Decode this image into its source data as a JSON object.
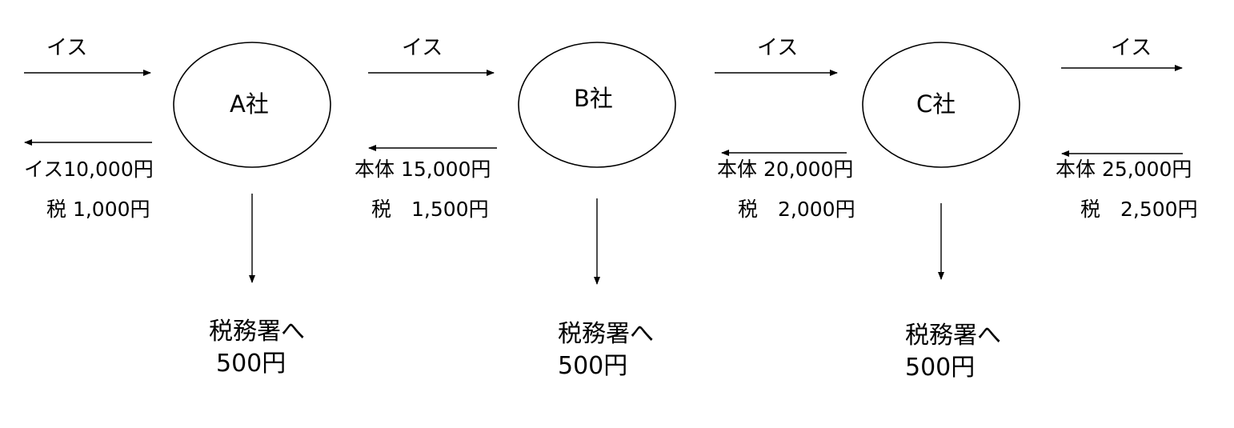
{
  "companies": [
    {
      "name": "A社"
    },
    {
      "name": "B社"
    },
    {
      "name": "C社"
    }
  ],
  "goods_flow": [
    {
      "label": "イス"
    },
    {
      "label": "イス"
    },
    {
      "label": "イス"
    },
    {
      "label": "イス"
    }
  ],
  "payments": [
    {
      "body": "イス10,000円",
      "tax": "税 1,000円"
    },
    {
      "body": "本体 15,000円",
      "tax": "税　1,500円"
    },
    {
      "body": "本体 20,000円",
      "tax": "税　2,000円"
    },
    {
      "body": "本体 25,000円",
      "tax": "税　2,500円"
    }
  ],
  "tax_office": [
    {
      "label": "税務署へ",
      "amount": "500円"
    },
    {
      "label": "税務署へ",
      "amount": "500円"
    },
    {
      "label": "税務署へ",
      "amount": "500円"
    }
  ],
  "colors": {
    "stroke": "#000000",
    "background": "#ffffff"
  }
}
